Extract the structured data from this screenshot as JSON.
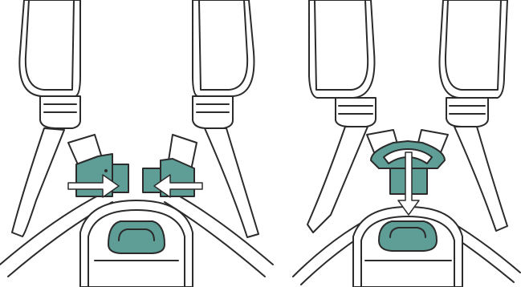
{
  "figure": {
    "panels": [
      {
        "id": "step-1",
        "description": "buckle-tongues-inserted-into-center-clip"
      },
      {
        "id": "step-2",
        "description": "joined-clip-pushed-down-into-buckle"
      }
    ]
  },
  "colors": {
    "outline": "#2b2b2b",
    "fill_light": "#ffffff",
    "accent_teal": "#5e9e97",
    "accent_teal_dark": "#3f7a73",
    "arrow_fill": "#ffffff"
  },
  "icons": [
    "arrow-right-icon",
    "arrow-left-icon",
    "arrow-down-icon"
  ]
}
